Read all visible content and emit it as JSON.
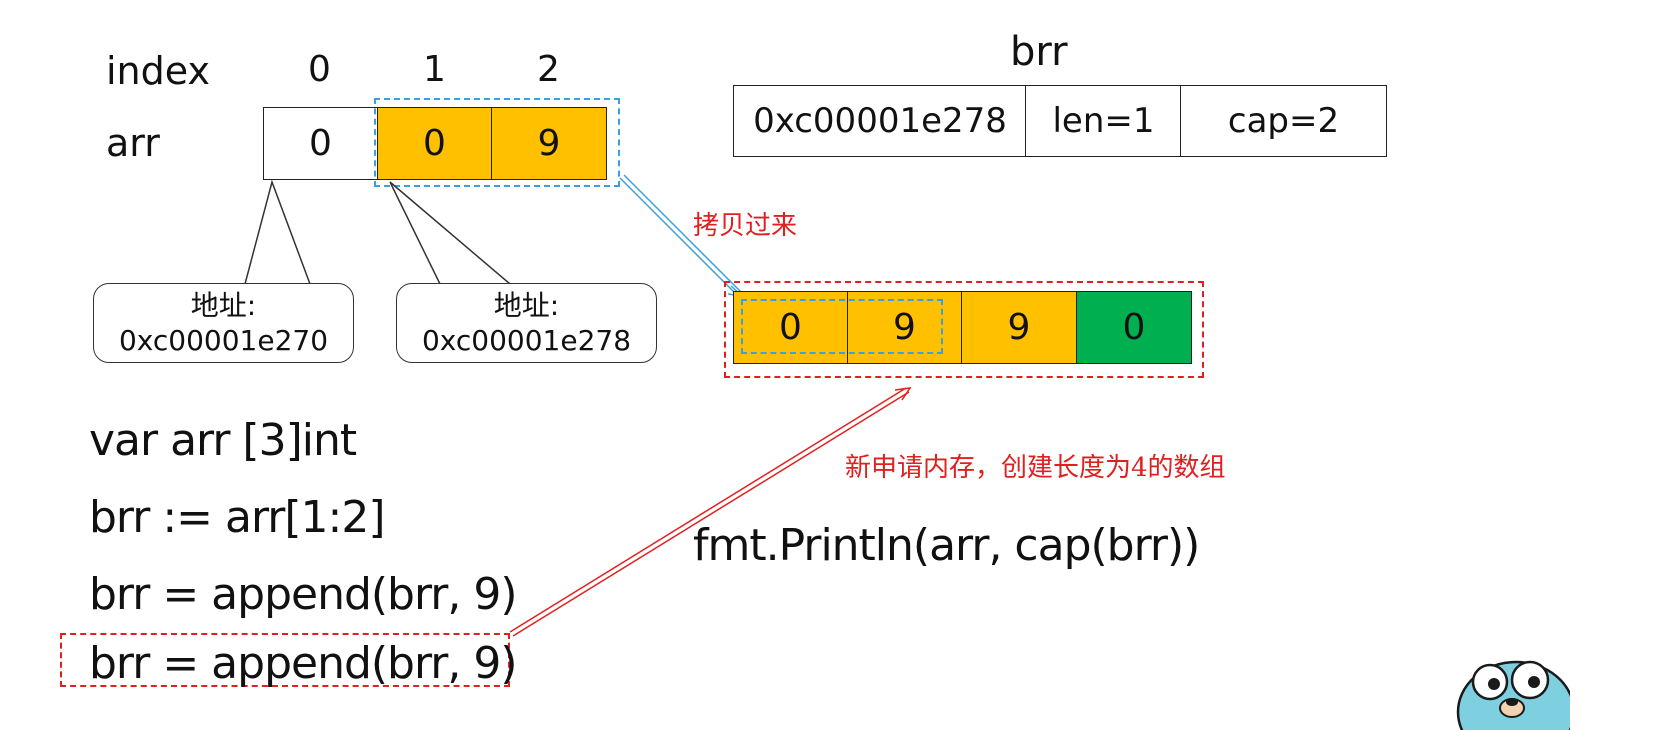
{
  "labels": {
    "index": "index",
    "arr": "arr",
    "brr": "brr"
  },
  "indices": [
    "0",
    "1",
    "2"
  ],
  "arr_cells": [
    "0",
    "0",
    "9"
  ],
  "brr_header": {
    "ptr": "0xc00001e278",
    "len": "len=1",
    "cap": "cap=2"
  },
  "callouts": [
    {
      "title": "地址:",
      "addr": "0xc00001e270"
    },
    {
      "title": "地址:",
      "addr": "0xc00001e278"
    }
  ],
  "new_array_cells": [
    "0",
    "9",
    "9",
    "0"
  ],
  "annotations": {
    "copied": "拷贝过来",
    "new_alloc": "新申请内存，创建长度为4的数组"
  },
  "code_lines": [
    "var arr [3]int",
    "brr := arr[1:2]",
    "brr = append(brr, 9)",
    "brr = append(brr, 9)"
  ],
  "print_stmt": "fmt.Println(arr, cap(brr))",
  "colors": {
    "yellow": "#ffc000",
    "green": "#00b050",
    "dash_blue": "#3aa0e0",
    "dash_red": "#e02020",
    "gopher_blue": "#7ecfe0"
  },
  "icons": [
    "gopher-mascot-icon"
  ]
}
